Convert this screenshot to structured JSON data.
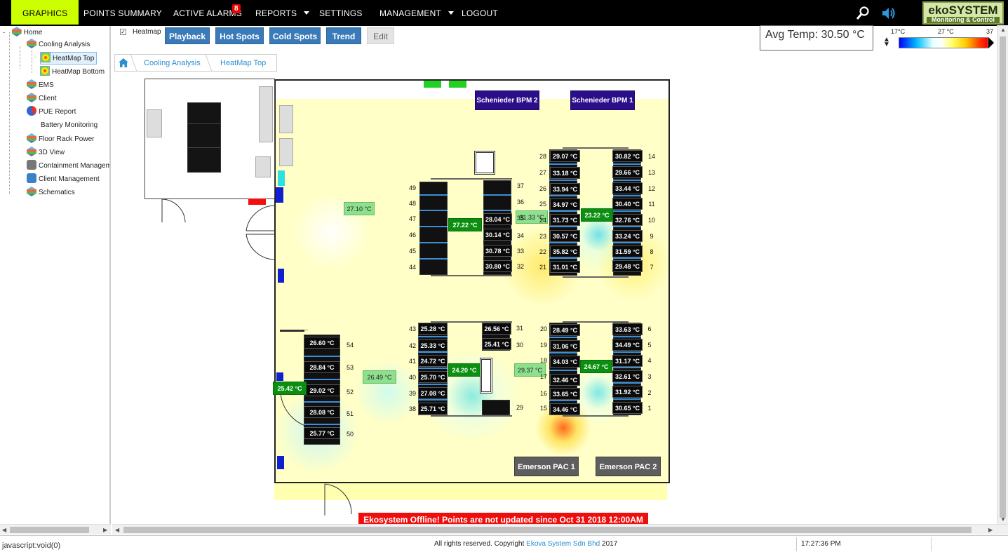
{
  "nav": {
    "graphics": "GRAPHICS",
    "points_summary": "POINTS SUMMARY",
    "active_alarms": "ACTIVE ALARMS",
    "alarm_count": "8",
    "reports": "REPORTS",
    "settings": "SETTINGS",
    "management": "MANAGEMENT",
    "logout": "LOGOUT"
  },
  "logo": {
    "line1": "ekoSYSTEM",
    "line2": "Monitoring & Control"
  },
  "tree": {
    "home": "Home",
    "cooling_analysis": "Cooling Analysis",
    "heatmap_top": "HeatMap Top",
    "heatmap_bottom": "HeatMap Bottom",
    "ems": "EMS",
    "client": "Client",
    "pue_report": "PUE Report",
    "battery_monitoring": "Battery Monitoring",
    "floor_rack_power": "Floor Rack Power",
    "view_3d": "3D View",
    "containment": "Containment Managem",
    "client_management": "Client Management",
    "schematics": "Schematics"
  },
  "toolbar": {
    "heatmap_label": "Heatmap",
    "heatmap_checked": true,
    "playback": "Playback",
    "hot_spots": "Hot Spots",
    "cold_spots": "Cold Spots",
    "trend": "Trend",
    "edit": "Edit"
  },
  "avg_temp": "Avg Temp: 30.50 °C",
  "legend": {
    "min": "17°C",
    "mid": "27 °C",
    "max": "37",
    "colors": [
      "#0000ff",
      "#00bfff",
      "#ffffff",
      "#ffff66",
      "#ff0000"
    ]
  },
  "breadcrumb": {
    "item1": "Cooling Analysis",
    "item2": "HeatMap Top"
  },
  "distribution": {
    "bpm2": "Schenieder BPM 2",
    "bpm1": "Schenieder BPM 1"
  },
  "pac": {
    "pac1": "Emerson PAC 1",
    "pac2": "Emerson PAC 2"
  },
  "sensors": {
    "s28": "29.07 °C",
    "s27": "33.18 °C",
    "s26": "33.94 °C",
    "s25": "34.97 °C",
    "s24": "31.73 °C",
    "s23": "30.57 °C",
    "s22": "35.82 °C",
    "s21": "31.01 °C",
    "s14": "30.82 °C",
    "s13": "29.66 °C",
    "s12": "33.44 °C",
    "s11": "30.40 °C",
    "s10": "32.76 °C",
    "s9": "33.24 °C",
    "s8": "31.59 °C",
    "s7": "29.48 °C",
    "s36": "28.04 °C",
    "s34": "30.14 °C",
    "s33": "30.78 °C",
    "s32": "30.80 °C",
    "s43": "25.28 °C",
    "s42": "25.33 °C",
    "s41": "24.72 °C",
    "s40": "25.70 °C",
    "s39": "27.08 °C",
    "s38": "25.71 °C",
    "s31": "26.56 °C",
    "s30": "25.41 °C",
    "s20": "28.49 °C",
    "s19": "31.06 °C",
    "s18": "34.03 °C",
    "s17": "32.46 °C",
    "s16": "33.65 °C",
    "s15": "34.46 °C",
    "s6": "33.63 °C",
    "s5": "34.49 °C",
    "s4": "31.17 °C",
    "s3": "32.61 °C",
    "s2": "31.92 °C",
    "s1": "30.65 °C",
    "s54": "26.60 °C",
    "s53": "28.84 °C",
    "s52": "29.02 °C",
    "s51": "28.08 °C",
    "s50": "25.77 °C",
    "aisle_a": "27.10 °C",
    "aisle_b": "27.22 °C",
    "aisle_c": "31.33 °C",
    "aisle_d": "23.22 °C",
    "aisle_e": "25.42 °C",
    "aisle_f": "26.49 °C",
    "aisle_g": "24.20 °C",
    "aisle_h": "29.37 °C",
    "aisle_i": "24.67 °C"
  },
  "rack_numbers": {
    "n49": "49",
    "n48": "48",
    "n47": "47",
    "n46": "46",
    "n45": "45",
    "n44": "44",
    "n37": "37",
    "n36": "36",
    "n35": "35",
    "n34": "34",
    "n33": "33",
    "n32": "32",
    "n28": "28",
    "n27": "27",
    "n26": "26",
    "n25": "25",
    "n24": "24",
    "n23": "23",
    "n22": "22",
    "n21": "21",
    "n14": "14",
    "n13": "13",
    "n12": "12",
    "n11": "11",
    "n10": "10",
    "n9": "9",
    "n8": "8",
    "n7": "7",
    "n43": "43",
    "n42": "42",
    "n41": "41",
    "n40": "40",
    "n39": "39",
    "n38": "38",
    "n31": "31",
    "n30": "30",
    "n29": "29",
    "n20": "20",
    "n19": "19",
    "n18": "18",
    "n17": "17",
    "n16": "16",
    "n15": "15",
    "n6": "6",
    "n5": "5",
    "n4": "4",
    "n3": "3",
    "n2": "2",
    "n1": "1",
    "n54": "54",
    "n53": "53",
    "n52": "52",
    "n51": "51",
    "n50": "50"
  },
  "offline_msg": "Ekosystem Offline! Points are not updated since Oct 31 2018 12:00AM",
  "footer": {
    "status": "javascript:void(0)",
    "copyright_pre": "All rights reserved. Copyright",
    "company": "Ekova System Sdn Bhd",
    "year": "2017",
    "time": "17:27:36 PM"
  }
}
